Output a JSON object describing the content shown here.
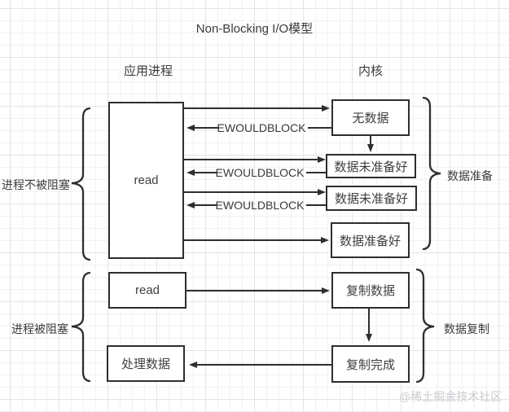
{
  "title": "Non-Blocking I/O模型",
  "columns": {
    "app_header": "应用进程",
    "kernel_header": "内核"
  },
  "phase1": {
    "left_brace_label": "进程不被阻塞",
    "right_brace_label": "数据准备",
    "app_box": "read",
    "kernel_boxes": [
      "无数据",
      "数据未准备好",
      "数据未准备好",
      "数据准备好"
    ],
    "error_labels": [
      "EWOULDBLOCK",
      "EWOULDBLOCK",
      "EWOULDBLOCK"
    ]
  },
  "phase2": {
    "left_brace_label": "进程被阻塞",
    "right_brace_label": "数据复制",
    "app_boxes": [
      "read",
      "处理数据"
    ],
    "kernel_boxes": [
      "复制数据",
      "复制完成"
    ]
  },
  "watermark": "@稀土掘金技术社区",
  "colors": {
    "line": "#2e2e2e",
    "text": "#3b3b3b",
    "watermark": "#c9cacd"
  }
}
